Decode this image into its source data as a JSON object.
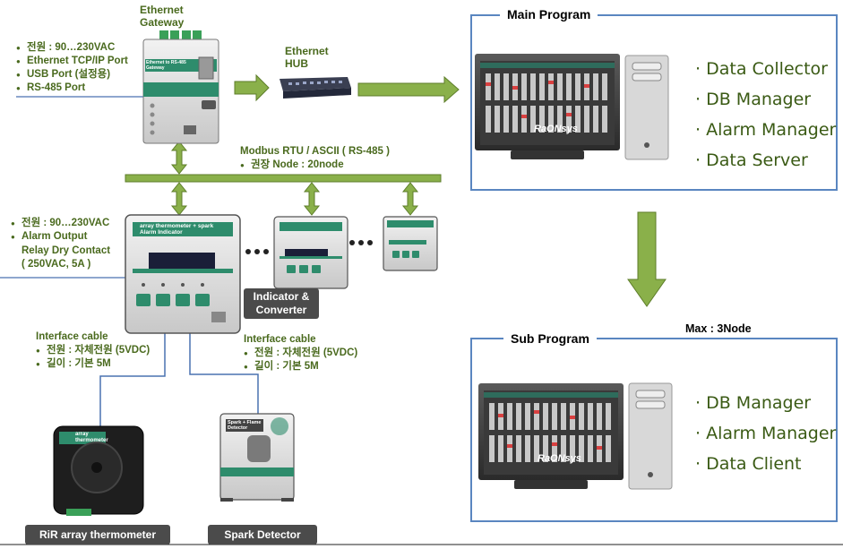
{
  "gateway": {
    "title": "Ethernet\nGateway",
    "specs": [
      "전원 : 90…230VAC",
      "Ethernet TCP/IP Port",
      "USB Port (설정용)",
      "RS-485 Port"
    ],
    "device_label": "Ethernet to RS-485\nGateway"
  },
  "hub": {
    "title": "Ethernet\nHUB"
  },
  "modbus": {
    "title": "Modbus RTU / ASCII ( RS-485 )",
    "node": "권장 Node  : 20node"
  },
  "indicator": {
    "specs_bulleted": [
      "전원 : 90…230VAC",
      "Alarm Output"
    ],
    "specs_extra": [
      "Relay Dry Contact",
      "( 250VAC, 5A )"
    ],
    "device_label": "array thermometer + spark\nAlarm Indicator",
    "converter_label": "Indicator &\nConverter"
  },
  "cable_left": {
    "title": "Interface cable",
    "items": [
      "전원 : 자체전원 (5VDC)",
      "길이 : 기본 5M"
    ]
  },
  "cable_right": {
    "title": "Interface cable",
    "items": [
      "전원 : 자체전원 (5VDC)",
      "길이 : 기본 5M"
    ]
  },
  "thermometer": {
    "label": "RiR array thermometer",
    "device_text": "array\nthermometer"
  },
  "spark": {
    "label": "Spark Detector",
    "device_text": "Spark + Flame\nDetector"
  },
  "main_program": {
    "title": "Main Program",
    "features": [
      "Data Collector",
      "DB Manager",
      "Alarm Manager",
      "Data Server"
    ],
    "brand": "RaONsys"
  },
  "sub_program": {
    "title": "Sub Program",
    "features": [
      "DB Manager",
      "Alarm Manager",
      "Data Client"
    ],
    "brand": "RaONsys",
    "max": "Max : 3Node"
  },
  "colors": {
    "arrow_fill": "#8ab04a",
    "arrow_stroke": "#5d7d2a",
    "box_border": "#5a86c0",
    "text_green": "#4a6a1e",
    "device_teal": "#2e8c6c"
  }
}
